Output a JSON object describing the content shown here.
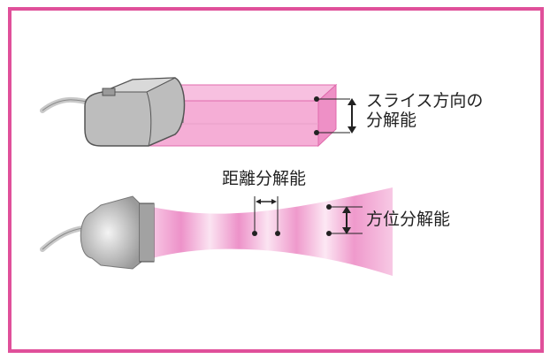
{
  "labels": {
    "slice_line1": "スライス方向の",
    "slice_line2": "分解能",
    "axial": "距離分解能",
    "lateral": "方位分解能"
  },
  "colors": {
    "frame": "#e0509a",
    "beam_pink": "#f2a6d3",
    "probe_gray": "#9a9a9a"
  }
}
